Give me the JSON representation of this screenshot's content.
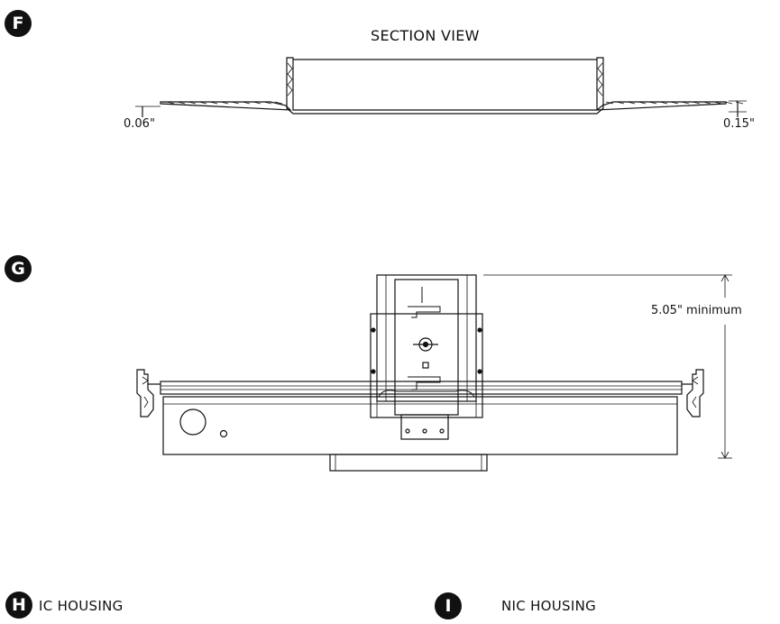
{
  "badges": {
    "f": "F",
    "g": "G",
    "h": "H",
    "i": "I"
  },
  "section_view": {
    "title": "SECTION VIEW",
    "dim_left": "0.06\"",
    "dim_right": "0.15\""
  },
  "plan_view": {
    "dim_height": "5.05\" minimum"
  },
  "captions": {
    "ic_housing": "IC HOUSING",
    "nic_housing": "NIC HOUSING"
  },
  "colors": {
    "line": "#111111",
    "badge": "#111111"
  }
}
